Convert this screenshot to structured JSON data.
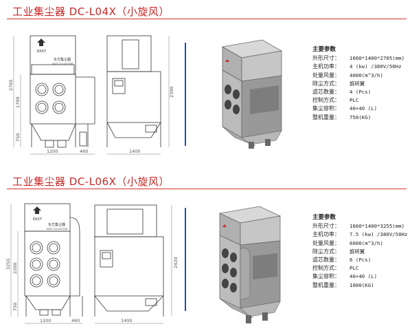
{
  "sections": [
    {
      "title": "工业集尘器 DC-L04X（小旋风）",
      "logo_text": "EAST",
      "brand_text": "东方集尘器",
      "brand_sub": "EAST COLLECTOR",
      "dims": {
        "height_total": "2705",
        "height_mid": "1700",
        "height_low": "750",
        "height_right": "2300",
        "width_front": "1200",
        "width_side": "460",
        "width_side_total": "1400"
      },
      "specs_heading": "主要参数",
      "specs": [
        {
          "label": "外形尺寸：",
          "value": "1660*1400*2705(mm)"
        },
        {
          "label": "主机功率：",
          "value": "4 (kw) /380V/50Hz"
        },
        {
          "label": "处量风量：",
          "value": "4000(m^3/h)"
        },
        {
          "label": "除尘方式：",
          "value": "旋转翼"
        },
        {
          "label": "滤芯数量：",
          "value": "4 (Pcs)"
        },
        {
          "label": "控制方式：",
          "value": "PLC"
        },
        {
          "label": "集尘容积：",
          "value": "40+40 (L)"
        },
        {
          "label": "整机重量：",
          "value": "750(KG)"
        }
      ]
    },
    {
      "title": "工业集尘器 DC-L06X（小旋风）",
      "logo_text": "EAST",
      "brand_text": "东方集尘器",
      "brand_sub": "EAST COLLECTOR",
      "dims": {
        "height_total": "3255",
        "height_mid": "2200",
        "height_low": "750",
        "height_right": "2420",
        "width_front": "1200",
        "width_side": "460",
        "width_side_total": "1400"
      },
      "specs_heading": "主要参数",
      "specs": [
        {
          "label": "外形尺寸：",
          "value": "1660*1400*3255(mm)"
        },
        {
          "label": "主机功率：",
          "value": "7.5 (kw) /380V/50Hz"
        },
        {
          "label": "处量风量：",
          "value": "6000(m^3/h)"
        },
        {
          "label": "除尘方式：",
          "value": "旋转翼"
        },
        {
          "label": "滤芯数量：",
          "value": "6 (Pcs)"
        },
        {
          "label": "控制方式：",
          "value": "PLC"
        },
        {
          "label": "集尘容积：",
          "value": "40+40 (L)"
        },
        {
          "label": "整机重量：",
          "value": "1000(KG)"
        }
      ]
    }
  ],
  "colors": {
    "title": "#c62828",
    "rule": "#d32f2f",
    "divider": "#1e4fa8",
    "line": "#333333",
    "dim": "#555555"
  }
}
